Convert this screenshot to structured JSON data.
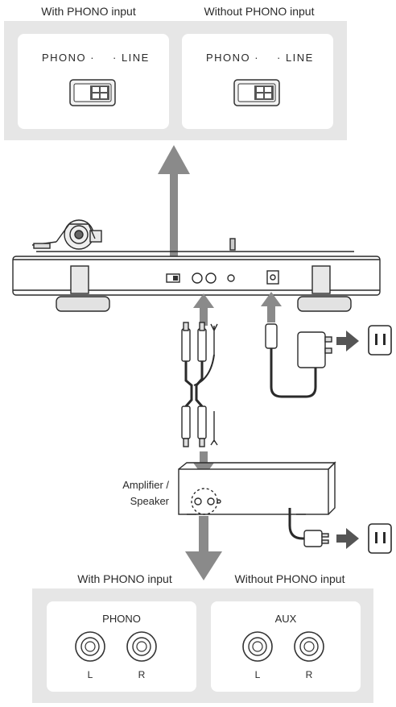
{
  "top": {
    "with_phono": {
      "title": "With PHONO input",
      "phono_label": "PHONO ·",
      "line_label": "· LINE",
      "switch_position": "right"
    },
    "without_phono": {
      "title": "Without PHONO input",
      "phono_label": "PHONO ·",
      "line_label": "· LINE",
      "switch_position": "right"
    }
  },
  "amplifier": {
    "label_line1": "Amplifier /",
    "label_line2": "Speaker"
  },
  "bottom": {
    "with_phono": {
      "title": "With PHONO input",
      "input_name": "PHONO",
      "left": "L",
      "right": "R"
    },
    "without_phono": {
      "title": "Without PHONO input",
      "input_name": "AUX",
      "left": "L",
      "right": "R"
    }
  },
  "colors": {
    "panel": "#e6e6e6",
    "arrow": "#8a8a8a",
    "line": "#2a2a2a"
  },
  "icons": [
    "phono-line-switch-icon",
    "turntable-icon",
    "rca-cable-icon",
    "ac-adapter-icon",
    "wall-outlet-icon",
    "amplifier-icon",
    "rca-jack-icon"
  ]
}
